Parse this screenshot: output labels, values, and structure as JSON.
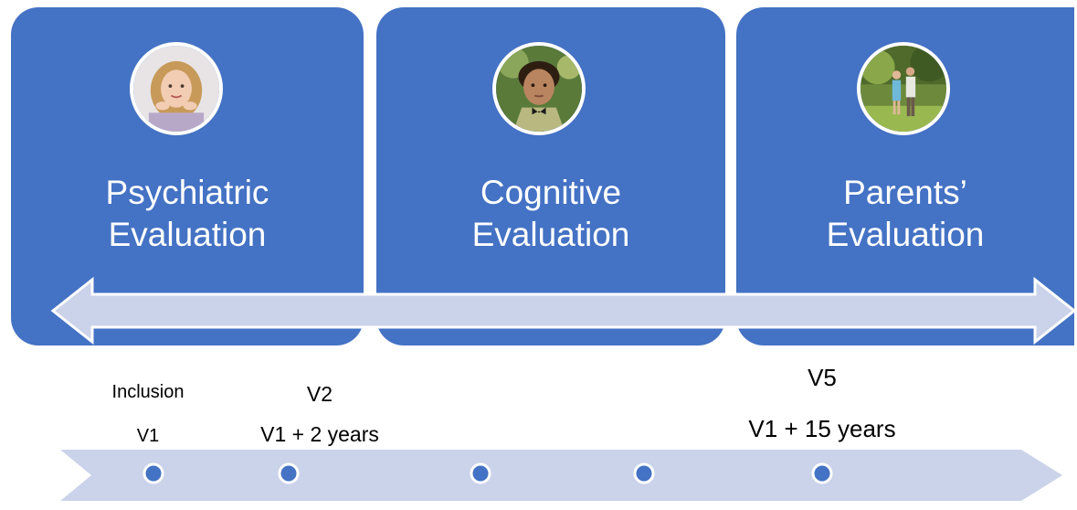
{
  "cards": [
    {
      "title_line1": "Psychiatric",
      "title_line2": "Evaluation",
      "photo": "girl-portrait"
    },
    {
      "title_line1": "Cognitive",
      "title_line2": "Evaluation",
      "photo": "boy-portrait"
    },
    {
      "title_line1": "Parents’",
      "title_line2": "Evaluation",
      "photo": "couple-walking"
    }
  ],
  "timeline": {
    "labels": [
      {
        "top": "Inclusion",
        "bottom": "V1"
      },
      {
        "top": "V2",
        "bottom": "V1 + 2 years"
      },
      {
        "top": "V5",
        "bottom": "V1 + 15 years"
      }
    ],
    "point_count": 5
  },
  "colors": {
    "card_blue": "#4472C4",
    "arrow_fill": "#CBD3EA",
    "dot_blue": "#4472C4"
  }
}
